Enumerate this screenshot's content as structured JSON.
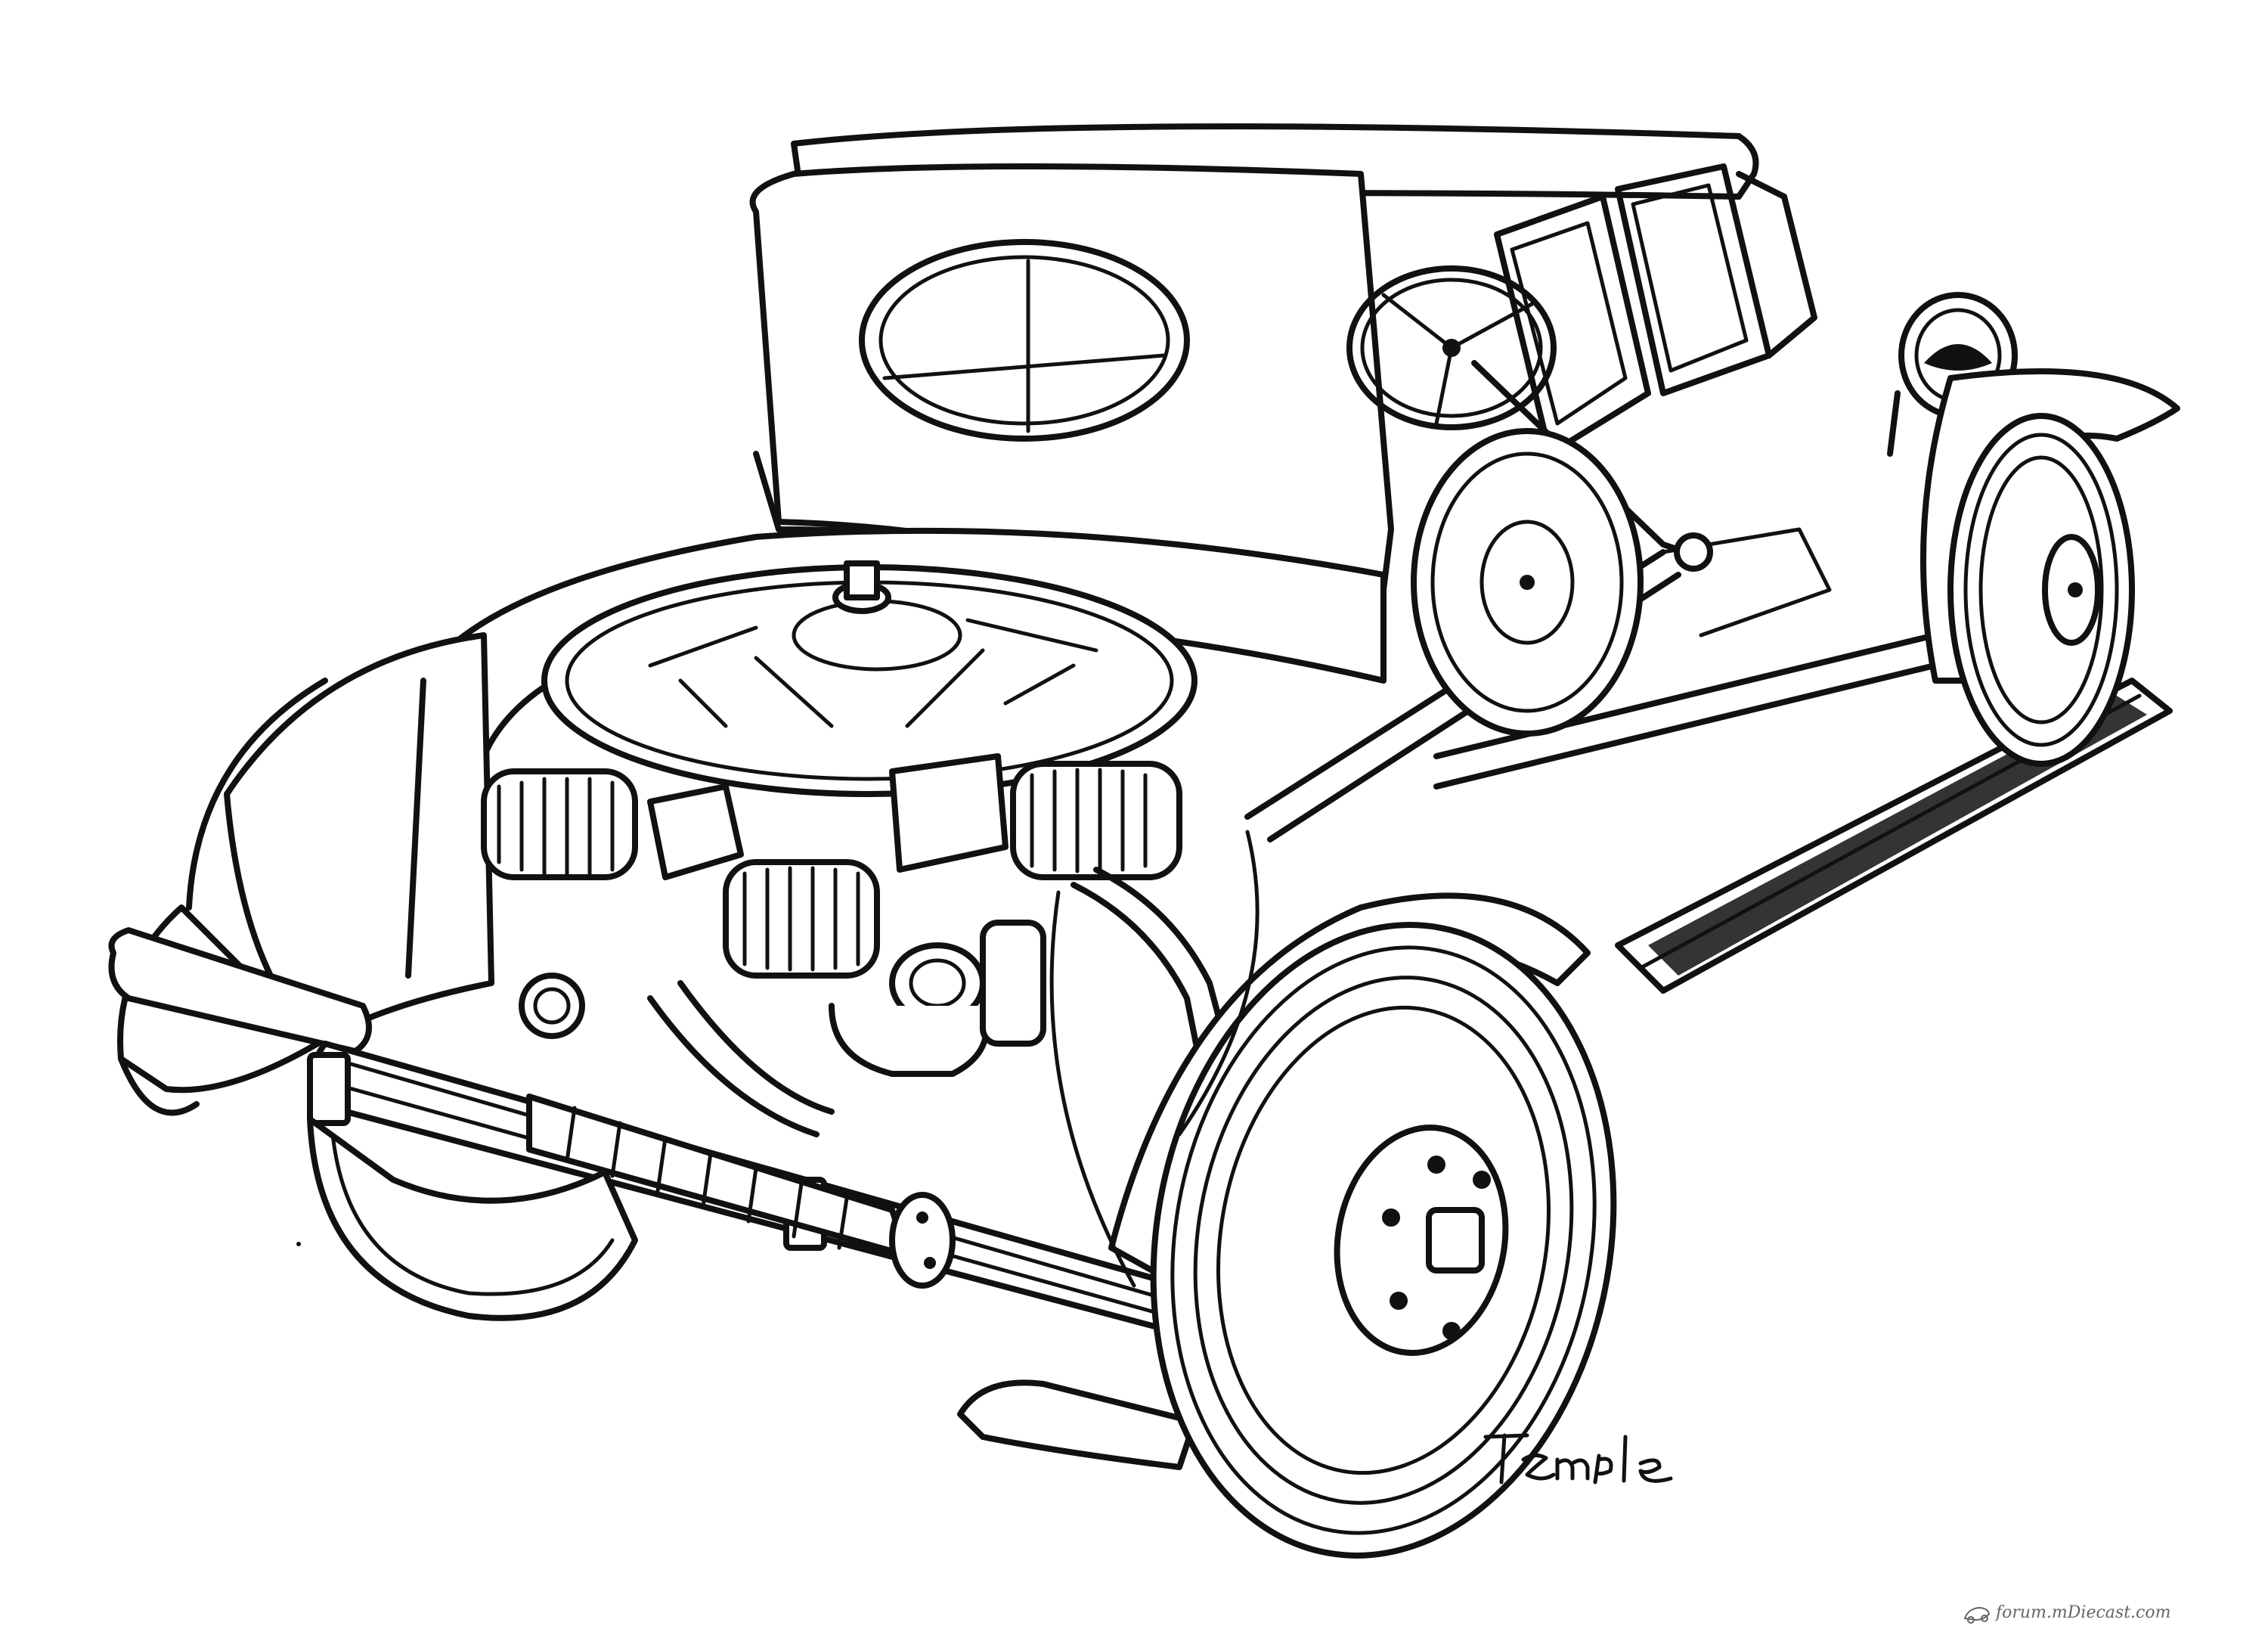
{
  "image": {
    "subject": "vintage-car-cutaway-line-drawing",
    "ink_color": "#111111",
    "paper_color": "#ffffff"
  },
  "signature": {
    "text": "Temple",
    "rendered_as": "image"
  },
  "watermark": {
    "text": "forum.mDiecast.com",
    "color": "#666666"
  }
}
